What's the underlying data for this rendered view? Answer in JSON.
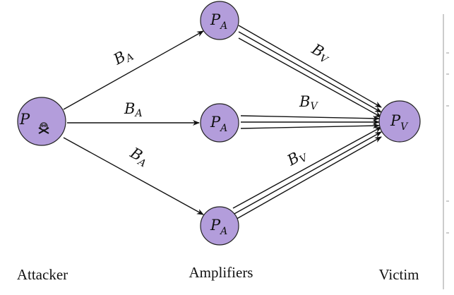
{
  "nodes": {
    "attacker": {
      "main": "P",
      "sub": "",
      "skull_icon": "skull-crossbones-icon"
    },
    "amp_top": {
      "main": "P",
      "sub": "A"
    },
    "amp_mid": {
      "main": "P",
      "sub": "A"
    },
    "amp_bot": {
      "main": "P",
      "sub": "A"
    },
    "victim": {
      "main": "P",
      "sub": "V"
    }
  },
  "edge_labels": {
    "attacker_top": {
      "main": "B",
      "sub": "A"
    },
    "attacker_mid": {
      "main": "B",
      "sub": "A"
    },
    "attacker_bot": {
      "main": "B",
      "sub": "A"
    },
    "top_victim": {
      "main": "B",
      "sub": "V"
    },
    "mid_victim": {
      "main": "B",
      "sub": "V"
    },
    "bot_victim": {
      "main": "B",
      "sub": "V"
    }
  },
  "column_labels": {
    "attacker": "Attacker",
    "amplifiers": "Amplifiers",
    "victim": "Victim"
  },
  "colors": {
    "node_fill": "#b39ddb",
    "stroke": "#111111"
  }
}
